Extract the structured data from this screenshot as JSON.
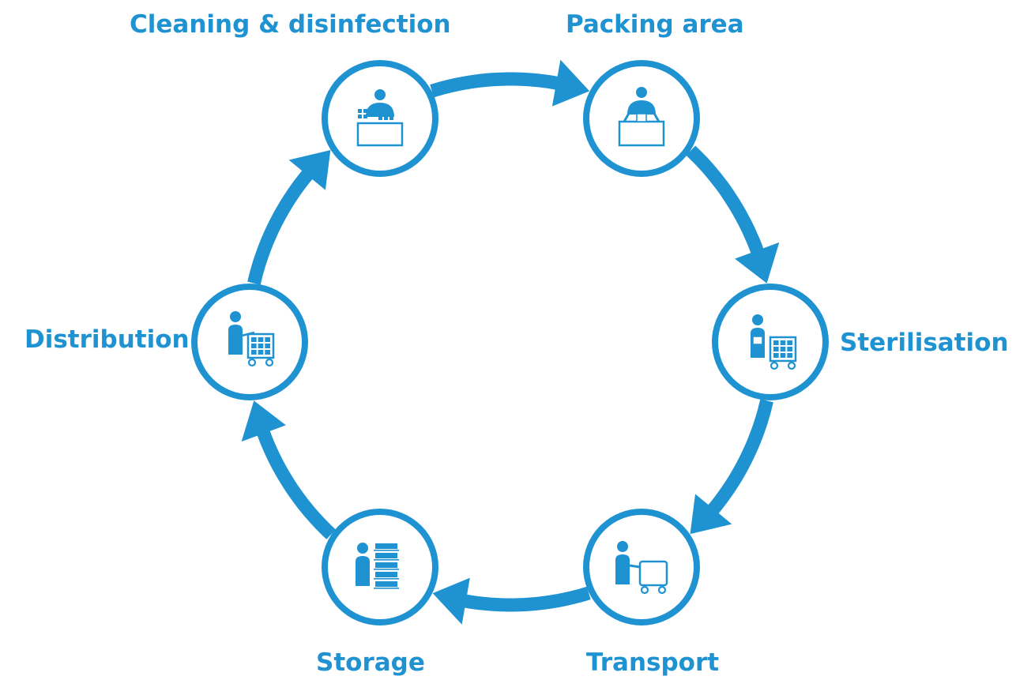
{
  "diagram": {
    "accent_color": "#1f93d2",
    "background_color": "#ffffff",
    "flow_direction": "clockwise",
    "stages": [
      {
        "id": "cleaning",
        "label": "Cleaning & disinfection",
        "icon": "person-at-washing-counter-icon"
      },
      {
        "id": "packing",
        "label": "Packing area",
        "icon": "person-at-packing-counter-icon"
      },
      {
        "id": "sterilisation",
        "label": "Sterilisation",
        "icon": "person-with-sterilizer-rack-icon"
      },
      {
        "id": "transport",
        "label": "Transport",
        "icon": "person-pushing-cart-icon"
      },
      {
        "id": "storage",
        "label": "Storage",
        "icon": "person-at-storage-shelves-icon"
      },
      {
        "id": "distribution",
        "label": "Distribution",
        "icon": "person-with-distribution-cart-icon"
      }
    ],
    "arrows": [
      {
        "from": "cleaning",
        "to": "packing"
      },
      {
        "from": "packing",
        "to": "sterilisation"
      },
      {
        "from": "sterilisation",
        "to": "transport"
      },
      {
        "from": "transport",
        "to": "storage"
      },
      {
        "from": "storage",
        "to": "distribution"
      },
      {
        "from": "distribution",
        "to": "cleaning"
      }
    ]
  }
}
